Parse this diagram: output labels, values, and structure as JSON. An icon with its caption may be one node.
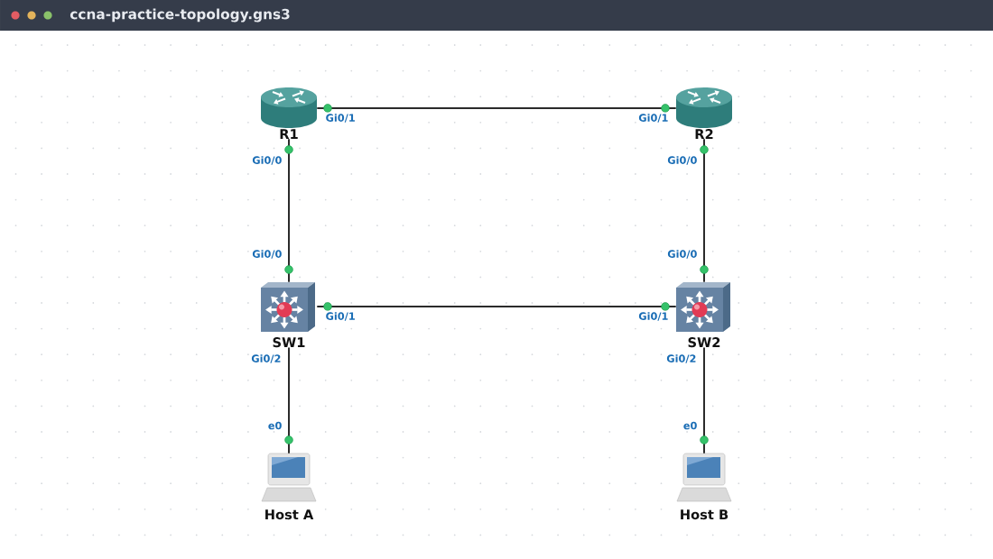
{
  "diagram": {
    "title": "ccna-practice-topology.gns3",
    "nodes": [
      {
        "text": [
          "R1"
        ],
        "beside": [
          "Gi0/1",
          "Gi0/0"
        ]
      },
      {
        "text": [
          "R2"
        ],
        "beside": [
          "Gi0/1",
          "Gi0/0"
        ]
      },
      {
        "text": [
          "SW1"
        ],
        "beside": [
          "Gi0/0",
          "Gi0/1",
          "Gi0/2"
        ]
      },
      {
        "text": [
          "SW2"
        ],
        "beside": [
          "Gi0/0",
          "Gi0/1",
          "Gi0/2"
        ]
      },
      {
        "text": [
          "Host A"
        ],
        "beside": [
          "e0"
        ]
      },
      {
        "text": [
          "Host B"
        ],
        "beside": [
          "e0"
        ]
      }
    ],
    "edges": [
      {
        "from": 0,
        "to": 1,
        "arrow": "none"
      },
      {
        "from": 0,
        "to": 2,
        "arrow": "none"
      },
      {
        "from": 1,
        "to": 3,
        "arrow": "none"
      },
      {
        "from": 2,
        "to": 3,
        "arrow": "none"
      },
      {
        "from": 2,
        "to": 4,
        "arrow": "none"
      },
      {
        "from": 3,
        "to": 5,
        "arrow": "none"
      }
    ]
  }
}
